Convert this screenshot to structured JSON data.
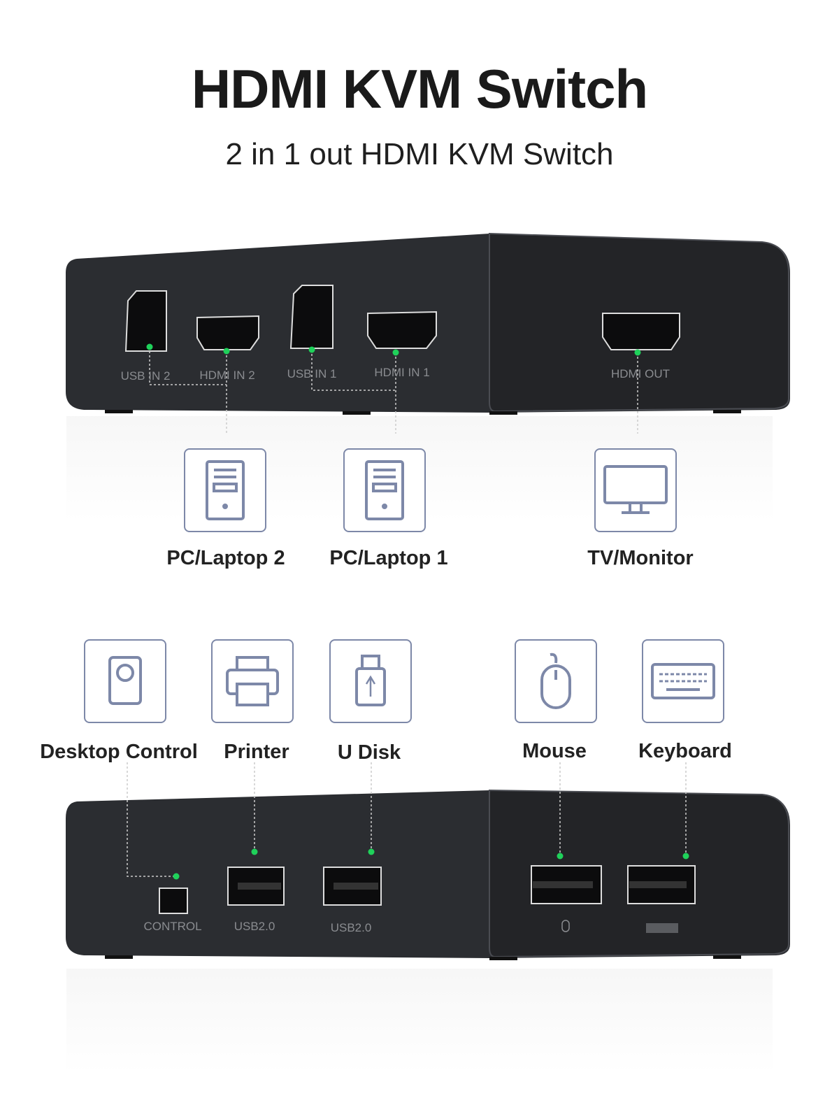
{
  "title": "HDMI KVM Switch",
  "subtitle": "2 in 1 out HDMI KVM Switch",
  "top_device": {
    "ports": [
      "USB IN 2",
      "HDMI IN 2",
      "USB IN 1",
      "HDMI IN 1",
      "HDMI OUT"
    ]
  },
  "top_devices": [
    {
      "label": "PC/Laptop 2",
      "icon": "pc-tower-icon"
    },
    {
      "label": "PC/Laptop 1",
      "icon": "pc-tower-icon"
    },
    {
      "label": "TV/Monitor",
      "icon": "monitor-icon"
    }
  ],
  "bottom_devices": [
    {
      "label": "Desktop Control",
      "icon": "desktop-control-icon"
    },
    {
      "label": "Printer",
      "icon": "printer-icon"
    },
    {
      "label": "U Disk",
      "icon": "usb-drive-icon"
    },
    {
      "label": "Mouse",
      "icon": "mouse-icon"
    },
    {
      "label": "Keyboard",
      "icon": "keyboard-icon"
    }
  ],
  "bottom_device": {
    "ports": [
      "CONTROL",
      "USB2.0",
      "USB2.0"
    ]
  },
  "colors": {
    "accent_dot": "#1fd15a",
    "icon_stroke": "#7d88a8",
    "device_body": "#2a2c30"
  }
}
